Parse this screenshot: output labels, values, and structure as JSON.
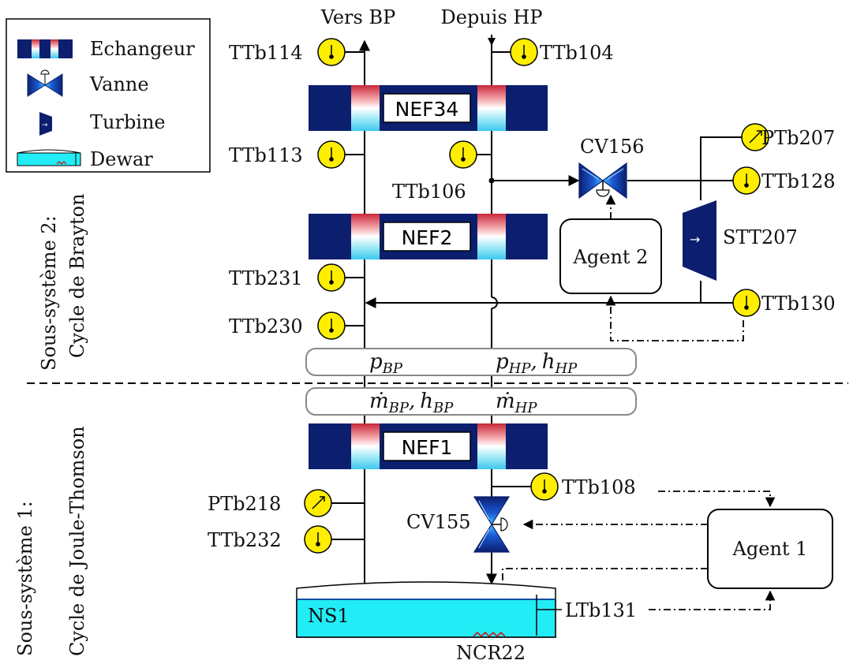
{
  "legend": {
    "items": [
      {
        "label": "Echangeur"
      },
      {
        "label": "Vanne"
      },
      {
        "label": "Turbine"
      },
      {
        "label": "Dewar"
      }
    ]
  },
  "ports": {
    "to_bp": "Vers BP",
    "from_hp": "Depuis HP"
  },
  "exchangers": {
    "nef34": "NEF34",
    "nef2": "NEF2",
    "nef1": "NEF1"
  },
  "sensors": {
    "ttb114": "TTb114",
    "ttb104": "TTb104",
    "ttb113": "TTb113",
    "ttb106": "TTb106",
    "ttb231": "TTb231",
    "ttb230": "TTb230",
    "ptb207": "PTb207",
    "ttb128": "TTb128",
    "ttb130": "TTb130",
    "ptb218": "PTb218",
    "ttb232": "TTb232",
    "ttb108": "TTb108",
    "ltb131": "LTb131"
  },
  "valves": {
    "cv156": "CV156",
    "cv155": "CV155"
  },
  "turbine": {
    "stt207": "STT207"
  },
  "agents": {
    "agent1": "Agent 1",
    "agent2": "Agent 2"
  },
  "dewar": {
    "ns1": "NS1",
    "heater": "NCR22"
  },
  "interface": {
    "top_left": "p",
    "top_left_sub": "BP",
    "top_right_p": "p",
    "top_right_p_sub": "HP",
    "top_right_h": "h",
    "top_right_h_sub": "HP",
    "bottom_left_m": "ṁ",
    "bottom_left_m_sub": "BP",
    "bottom_left_h": "h",
    "bottom_left_h_sub": "BP",
    "bottom_right_m": "ṁ",
    "bottom_right_m_sub": "HP",
    "comma": ","
  },
  "subsystems": {
    "s2_line1": "Sous-système 2:",
    "s2_line2": "Cycle de Brayton",
    "s1_line1": "Sous-système 1:",
    "s1_line2": "Cycle de Joule-Thomson"
  },
  "colors": {
    "exchanger_dark": "#0b1f6e",
    "sensor_yellow": "#ffee00",
    "dewar_cyan": "#22ecf6"
  }
}
